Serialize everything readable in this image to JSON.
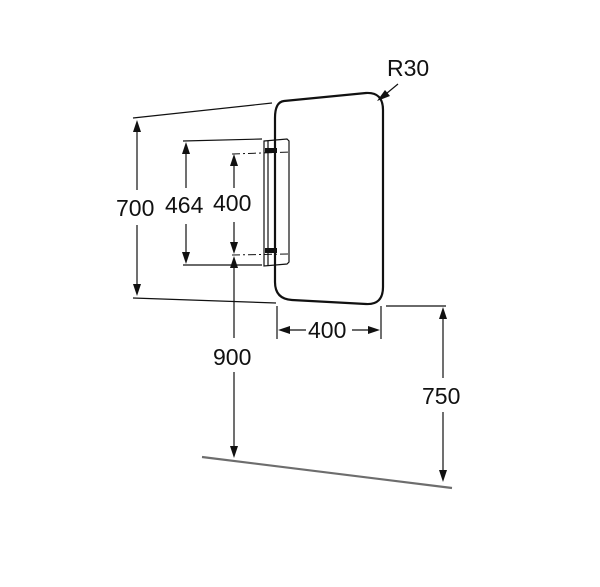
{
  "drawing": {
    "labels": {
      "radius": "R30",
      "height_700": "700",
      "height_464": "464",
      "height_400": "400",
      "width_400": "400",
      "height_900": "900",
      "height_750": "750"
    }
  }
}
